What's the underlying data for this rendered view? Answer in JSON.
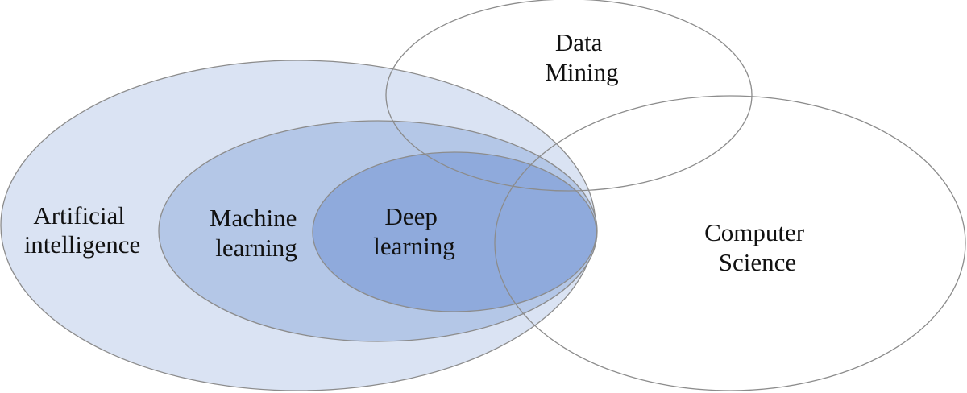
{
  "diagram": {
    "sets": [
      {
        "id": "artificial-intelligence",
        "lines": [
          "Artificial",
          "intelligence"
        ],
        "fill": "#dae3f3",
        "contains": [
          "machine-learning"
        ]
      },
      {
        "id": "machine-learning",
        "lines": [
          "Machine",
          "learning"
        ],
        "fill": "#b4c7e7",
        "contains": [
          "deep-learning"
        ]
      },
      {
        "id": "deep-learning",
        "lines": [
          "Deep",
          "learning"
        ],
        "fill": "#8faadc",
        "contains": []
      },
      {
        "id": "data-mining",
        "lines": [
          "Data",
          "Mining"
        ],
        "fill": "none",
        "contains": []
      },
      {
        "id": "computer-science",
        "lines": [
          "Computer",
          "Science"
        ],
        "fill": "none",
        "contains": []
      }
    ],
    "outline_color": "#8c8c8c"
  }
}
